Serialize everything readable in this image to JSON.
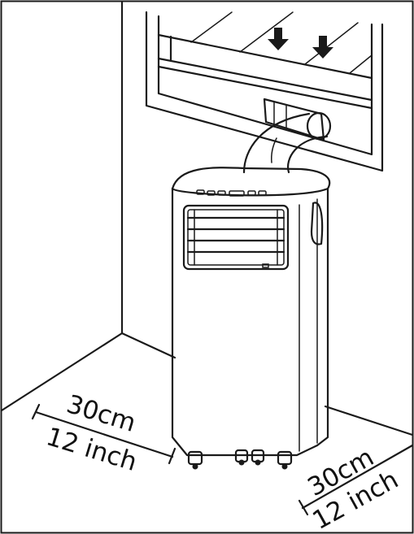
{
  "clearance_left": {
    "metric": "30cm",
    "imperial": "12 inch"
  },
  "clearance_right": {
    "metric": "30cm",
    "imperial": "12 inch"
  },
  "arrow_icons": [
    "arrow-down-icon",
    "arrow-down-icon"
  ],
  "colors": {
    "line": "#1a1a1a",
    "background": "#ffffff"
  }
}
